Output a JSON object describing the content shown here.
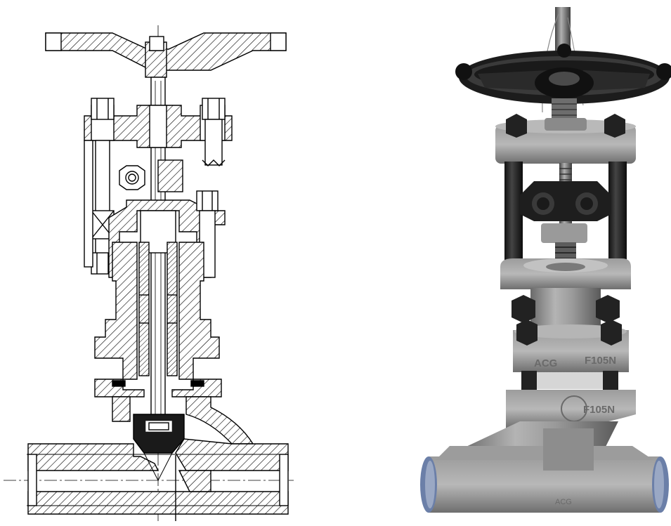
{
  "drawing": {
    "type": "sectional-view"
  },
  "photo": {
    "markings": {
      "bonnet_left": "ACG",
      "bonnet_right": "F105N",
      "body_stamp": "F105N",
      "body_bottom": "ACG"
    }
  },
  "colors": {
    "line": "#000000",
    "hatch": "#000000",
    "disc_fill": "#1a1a1a",
    "metal_light": "#a6a6a6",
    "metal_mid": "#8a8a8a",
    "metal_dark": "#5e5e5e",
    "handwheel": "#1c1c1c",
    "bolt": "#222222",
    "weld_ring": "#6b7fa8"
  },
  "icons": [
    "handwheel-icon",
    "hex-nut-icon",
    "stud-bolt-icon"
  ]
}
